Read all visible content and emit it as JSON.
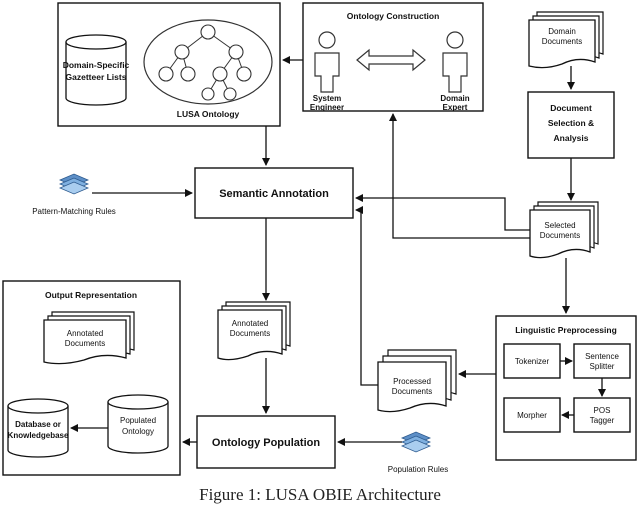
{
  "diagram": {
    "ontology_construction": {
      "title": "Ontology Construction",
      "system_engineer": [
        "System",
        "Engineer"
      ],
      "domain_expert": [
        "Domain",
        "Expert"
      ]
    },
    "lusa_ontology": {
      "title": "LUSA Ontology",
      "gazetteer": [
        "Domain-Specific",
        "Gazetteer Lists"
      ]
    },
    "domain_documents": [
      "Domain",
      "Documents"
    ],
    "document_selection": [
      "Document",
      "Selection &",
      "Analysis"
    ],
    "semantic_annotation": "Semantic Annotation",
    "pattern_rules": "Pattern-Matching Rules",
    "selected_documents": [
      "Selected",
      "Documents"
    ],
    "output_representation": {
      "title": "Output Representation",
      "annotated": [
        "Annotated",
        "Documents"
      ],
      "database": [
        "Database or",
        "Knowledgebase"
      ],
      "populated": [
        "Populated",
        "Ontology"
      ]
    },
    "annotated_documents": [
      "Annotated",
      "Documents"
    ],
    "linguistic": {
      "title": "Linguistic Preprocessing",
      "tokenizer": "Tokenizer",
      "sentence_splitter": [
        "Sentence",
        "Splitter"
      ],
      "morpher": "Morpher",
      "pos_tagger": [
        "POS",
        "Tagger"
      ]
    },
    "processed_documents": [
      "Processed",
      "Documents"
    ],
    "ontology_population": "Ontology Population",
    "population_rules": "Population Rules"
  },
  "caption": "Figure 1: LUSA OBIE Architecture"
}
